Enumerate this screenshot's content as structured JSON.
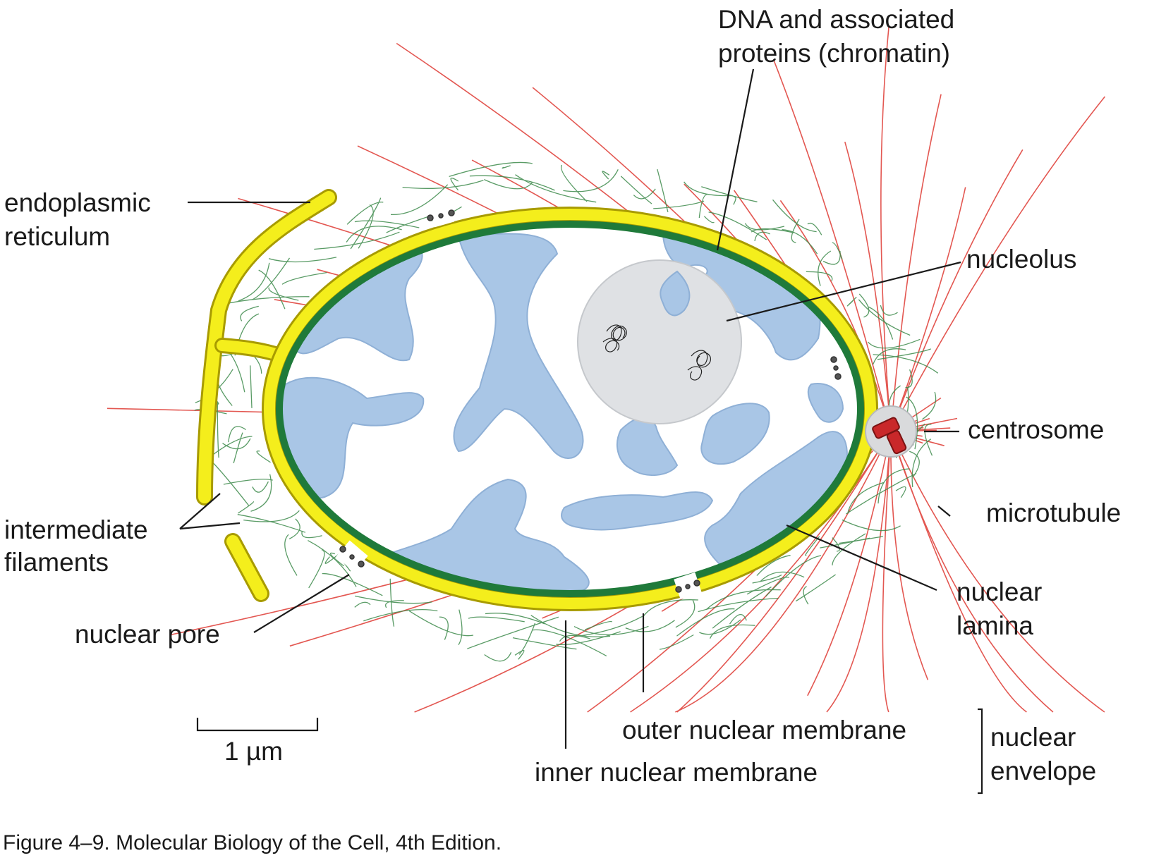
{
  "labels": {
    "dna_line1": "DNA and associated",
    "dna_line2": "proteins (chromatin)",
    "er_line1": "endoplasmic",
    "er_line2": "reticulum",
    "nucleolus": "nucleolus",
    "centrosome": "centrosome",
    "microtubule": "microtubule",
    "if_line1": "intermediate",
    "if_line2": "filaments",
    "nuclear_pore": "nuclear pore",
    "lamina_line1": "nuclear",
    "lamina_line2": "lamina",
    "outer_membrane": "outer nuclear membrane",
    "inner_membrane": "inner nuclear membrane",
    "envelope_line1": "nuclear",
    "envelope_line2": "envelope",
    "scale_bar": "1 µm"
  },
  "caption": "Figure 4–9. Molecular Biology of the Cell, 4th Edition.",
  "colors": {
    "membrane": "#f4ee1c",
    "membrane_edge": "#a89b00",
    "lamina": "#1f7a3a",
    "chromatin": "#a9c6e6",
    "nucleolus": "#dfe1e4",
    "microtubule": "#e0453f",
    "intermediate_filament": "#3d8a4b",
    "centrosome": "#c9282a"
  }
}
